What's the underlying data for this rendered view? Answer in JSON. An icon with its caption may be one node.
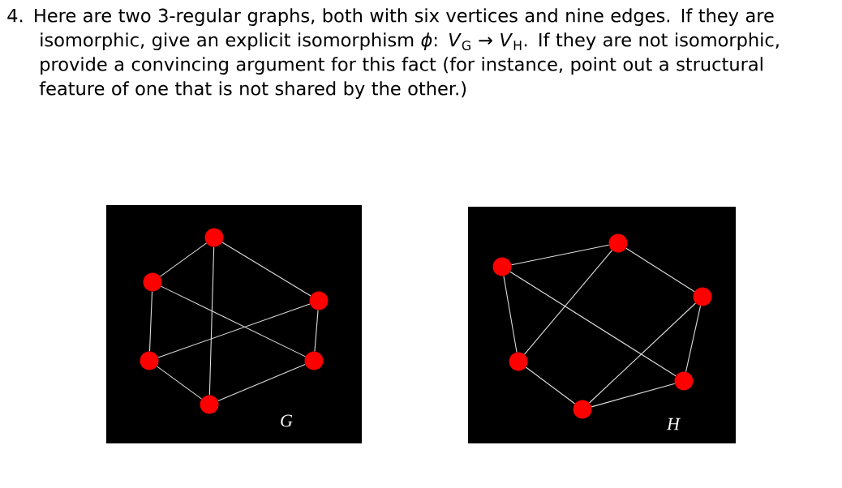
{
  "diagram": {
    "nodes": [
      {
        "text": [
          "G"
        ]
      },
      {
        "text": [],
        "shape": "circle",
        "in": 0
      },
      {
        "text": [],
        "shape": "circle",
        "in": 0
      },
      {
        "text": [],
        "shape": "circle",
        "in": 0
      },
      {
        "text": [],
        "shape": "circle",
        "in": 0
      },
      {
        "text": [],
        "shape": "circle",
        "in": 0
      },
      {
        "text": [],
        "shape": "circle",
        "in": 0
      },
      {
        "text": [
          "H"
        ]
      },
      {
        "text": [],
        "shape": "circle",
        "in": 7
      },
      {
        "text": [],
        "shape": "circle",
        "in": 7
      },
      {
        "text": [],
        "shape": "circle",
        "in": 7
      },
      {
        "text": [],
        "shape": "circle",
        "in": 7
      },
      {
        "text": [],
        "shape": "circle",
        "in": 7
      },
      {
        "text": [],
        "shape": "circle",
        "in": 7
      }
    ],
    "edges": [
      {
        "from": 1,
        "to": 2,
        "arrow": "none"
      },
      {
        "from": 1,
        "to": 3,
        "arrow": "none"
      },
      {
        "from": 1,
        "to": 6,
        "arrow": "none"
      },
      {
        "from": 2,
        "to": 4,
        "arrow": "none"
      },
      {
        "from": 2,
        "to": 5,
        "arrow": "none"
      },
      {
        "from": 3,
        "to": 4,
        "arrow": "none"
      },
      {
        "from": 3,
        "to": 5,
        "arrow": "none"
      },
      {
        "from": 4,
        "to": 6,
        "arrow": "none"
      },
      {
        "from": 5,
        "to": 6,
        "arrow": "none"
      },
      {
        "from": 9,
        "to": 8,
        "arrow": "none"
      },
      {
        "from": 8,
        "to": 10,
        "arrow": "none"
      },
      {
        "from": 8,
        "to": 11,
        "arrow": "none"
      },
      {
        "from": 9,
        "to": 11,
        "arrow": "none"
      },
      {
        "from": 9,
        "to": 12,
        "arrow": "none"
      },
      {
        "from": 10,
        "to": 13,
        "arrow": "none"
      },
      {
        "from": 10,
        "to": 12,
        "arrow": "none"
      },
      {
        "from": 11,
        "to": 13,
        "arrow": "none"
      },
      {
        "from": 13,
        "to": 12,
        "arrow": "none"
      }
    ],
    "labels": [
      "4. Here are two 3-regular graphs, both with six vertices and nine edges. If they are isomorphic, give an explicit isomorphism *ϕ*: *V*$_{G}$ → *V*$_{H}$. If they are not isomorphic, provide a convincing argument for this fact (for instance, point out a structural feature of one that is not shared by the other.)"
    ]
  }
}
